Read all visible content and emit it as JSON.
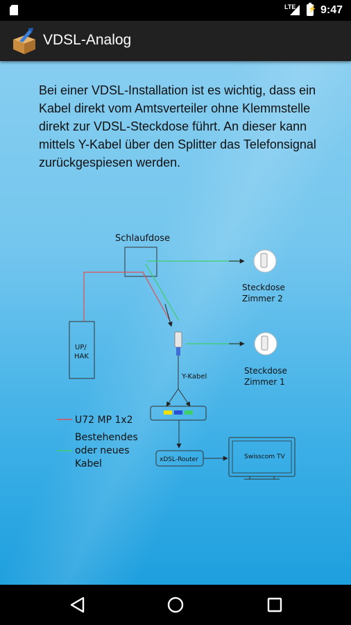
{
  "status_bar": {
    "network": "LTE",
    "time": "9:47"
  },
  "app_bar": {
    "title": "VDSL-Analog",
    "logo_icon": "box-with-wrench-icon"
  },
  "intro_text": "Bei einer VDSL-Installation ist es wichtig, dass ein Kabel direkt vom Amtsverteiler ohne Klemmstelle direkt zur VDSL-Steckdose führt. An dieser kann mittels Y-Kabel über den Splitter das Telefonsignal zurückgespiesen werden.",
  "diagram": {
    "schlaufdose": "Schlaufdose",
    "uphak_line1": "UP/",
    "uphak_line2": "HAK",
    "steckdose2_line1": "Steckdose",
    "steckdose2_line2": "Zimmer 2",
    "steckdose1_line1": "Steckdose",
    "steckdose1_line2": "Zimmer 1",
    "ykabel": "Y-Kabel",
    "router": "xDSL-Router",
    "tv": "Swisscom TV",
    "legend": {
      "red_label": "U72 MP 1x2",
      "green_line1": "Bestehendes",
      "green_line2": "oder neues",
      "green_line3": "Kabel"
    },
    "colors": {
      "red_cable": "#e05050",
      "green_cable": "#3fcf6a"
    }
  },
  "nav_bar": {
    "back_icon": "back-triangle-icon",
    "home_icon": "home-circle-icon",
    "recents_icon": "recents-square-icon"
  }
}
